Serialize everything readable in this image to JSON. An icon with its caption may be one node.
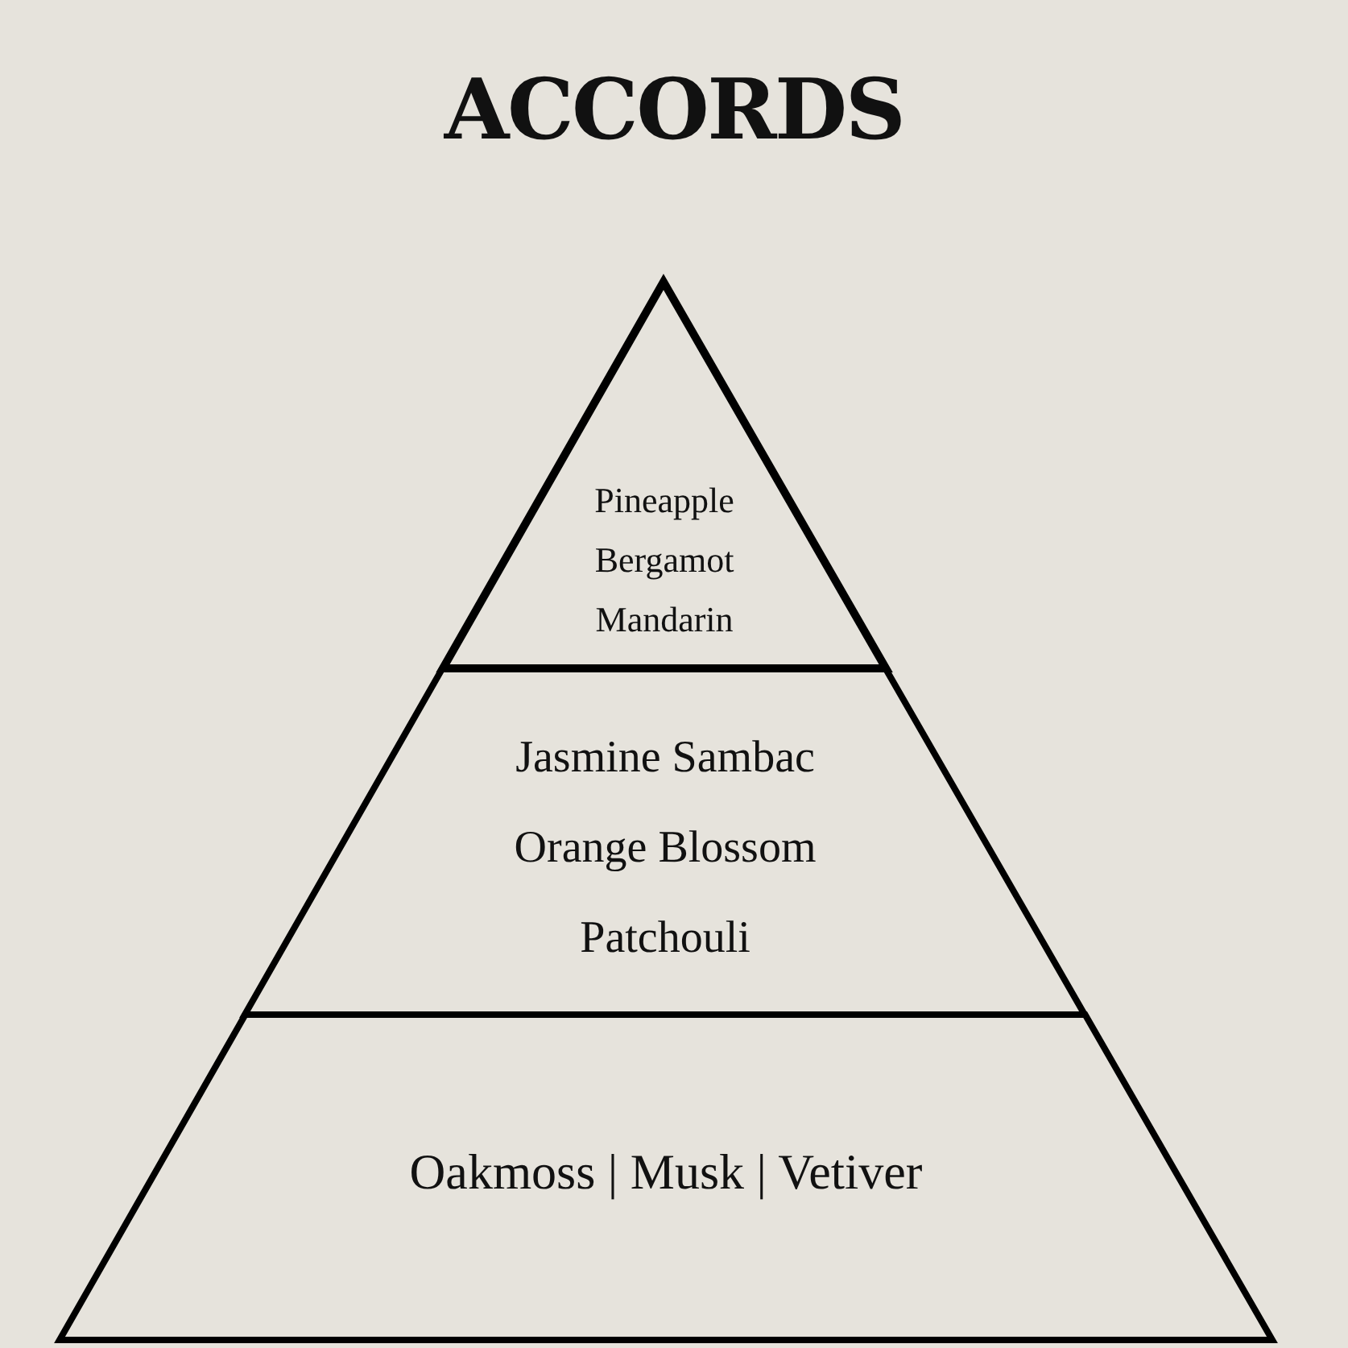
{
  "diagram": {
    "title": "ACCORDS",
    "nodes": [
      {
        "text": [
          "Pineapple",
          "Bergamot",
          "Mandarin"
        ]
      },
      {
        "text": [
          "Jasmine Sambac",
          "Orange Blossom",
          "Patchouli"
        ]
      },
      {
        "text": [
          "Oakmoss | Musk | Vetiver"
        ]
      }
    ]
  }
}
